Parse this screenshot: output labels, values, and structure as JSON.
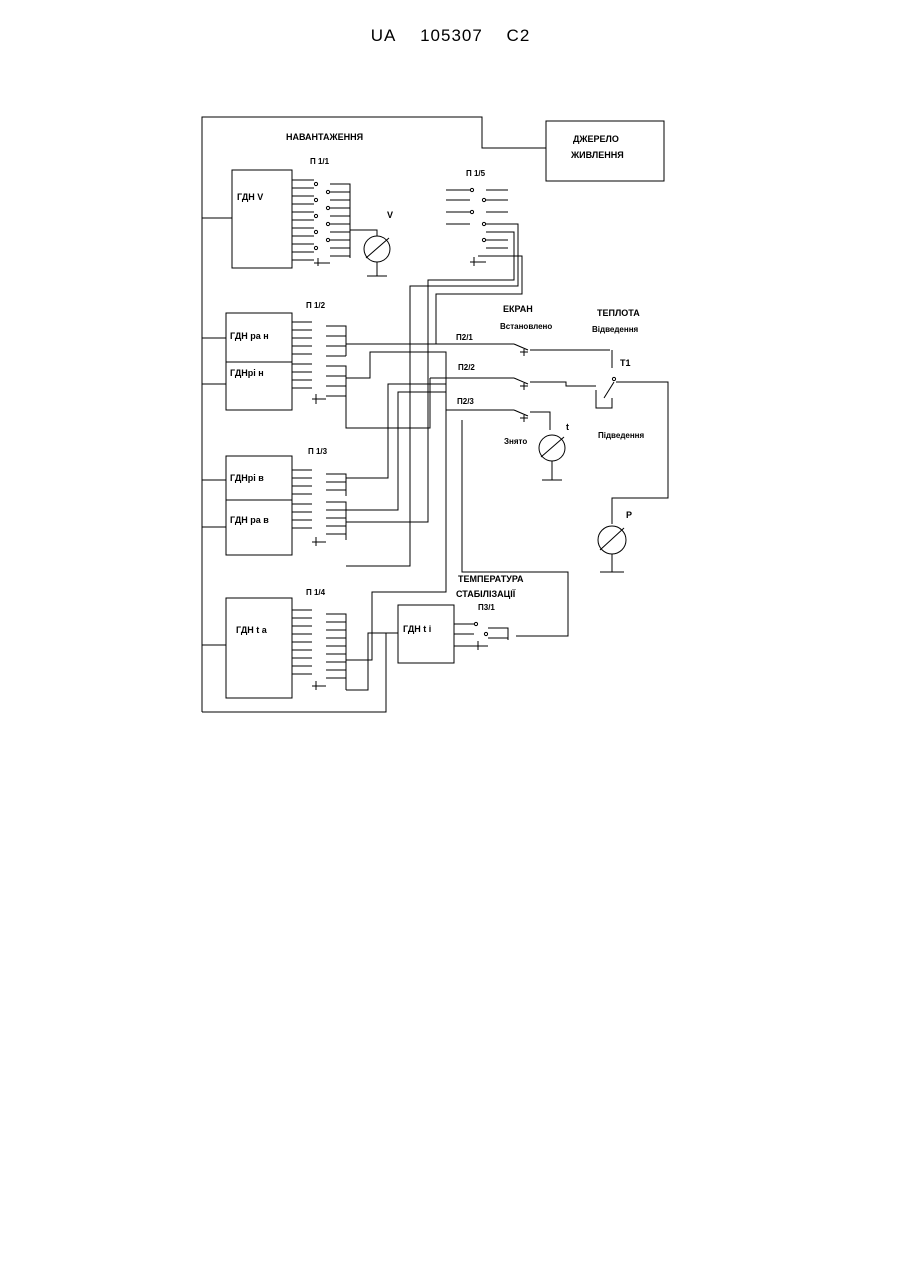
{
  "header": {
    "country": "UA",
    "number": "105307",
    "kind": "C2"
  },
  "diagram": {
    "labels": {
      "load": "НАВАНТАЖЕННЯ",
      "power_source_1": "ДЖЕРЕЛО",
      "power_source_2": "ЖИВЛЕННЯ",
      "screen": "ЕКРАН",
      "installed": "Встановлено",
      "heat": "ТЕПЛОТА",
      "removal": "Відведення",
      "supply": "Підведення",
      "removed": "Знято",
      "stab_1": "ТЕМПЕРАТУРА",
      "stab_2": "СТАБІЛІЗАЦІЇ",
      "t1": "T1",
      "meter_v": "V",
      "meter_t": "t",
      "meter_p": "P"
    },
    "switches": {
      "p11": "П 1/1",
      "p12": "П 1/2",
      "p13": "П 1/3",
      "p14": "П 1/4",
      "p15": "П 1/5",
      "p21": "П2/1",
      "p22": "П2/2",
      "p23": "П2/3",
      "p31": "П3/1"
    },
    "blocks": {
      "gdn_v": "ГДН V",
      "gdn_pan": "ГДН ра н",
      "gdn_pin": "ГДНрі н",
      "gdn_pib": "ГДНрі в",
      "gdn_pab": "ГДН ра в",
      "gdn_ta": "ГДН t а",
      "gdn_ti": "ГДН t i"
    }
  }
}
